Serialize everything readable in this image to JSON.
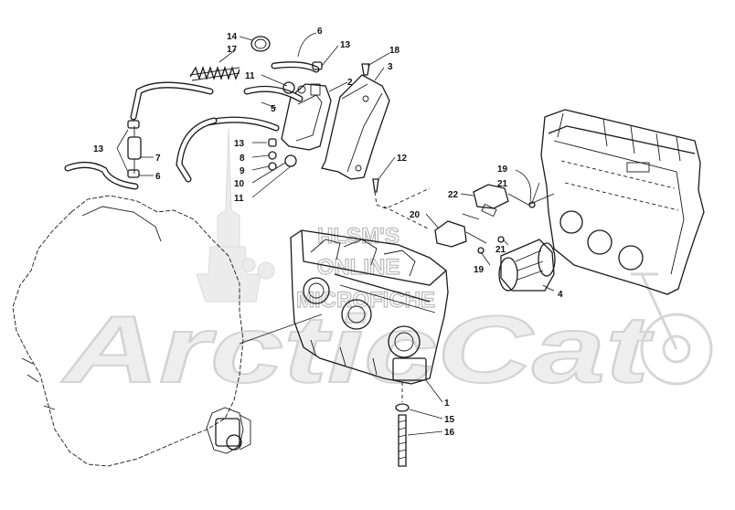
{
  "watermark": {
    "line1": "HLSM'S",
    "line2": "ONLINE",
    "line3": "MICROFICHE",
    "logo": "ArcticCat"
  },
  "callouts": [
    {
      "id": "14",
      "text": "14"
    },
    {
      "id": "17",
      "text": "17"
    },
    {
      "id": "6a",
      "text": "6"
    },
    {
      "id": "13a",
      "text": "13"
    },
    {
      "id": "18",
      "text": "18"
    },
    {
      "id": "3",
      "text": "3"
    },
    {
      "id": "11a",
      "text": "11"
    },
    {
      "id": "2",
      "text": "2"
    },
    {
      "id": "5",
      "text": "5"
    },
    {
      "id": "13b",
      "text": "13"
    },
    {
      "id": "7",
      "text": "7"
    },
    {
      "id": "6b",
      "text": "6"
    },
    {
      "id": "13c",
      "text": "13"
    },
    {
      "id": "8",
      "text": "8"
    },
    {
      "id": "9",
      "text": "9"
    },
    {
      "id": "10",
      "text": "10"
    },
    {
      "id": "11b",
      "text": "11"
    },
    {
      "id": "12",
      "text": "12"
    },
    {
      "id": "19a",
      "text": "19"
    },
    {
      "id": "21a",
      "text": "21"
    },
    {
      "id": "22",
      "text": "22"
    },
    {
      "id": "20",
      "text": "20"
    },
    {
      "id": "21b",
      "text": "21"
    },
    {
      "id": "19b",
      "text": "19"
    },
    {
      "id": "4",
      "text": "4"
    },
    {
      "id": "1",
      "text": "1"
    },
    {
      "id": "15",
      "text": "15"
    },
    {
      "id": "16",
      "text": "16"
    }
  ]
}
